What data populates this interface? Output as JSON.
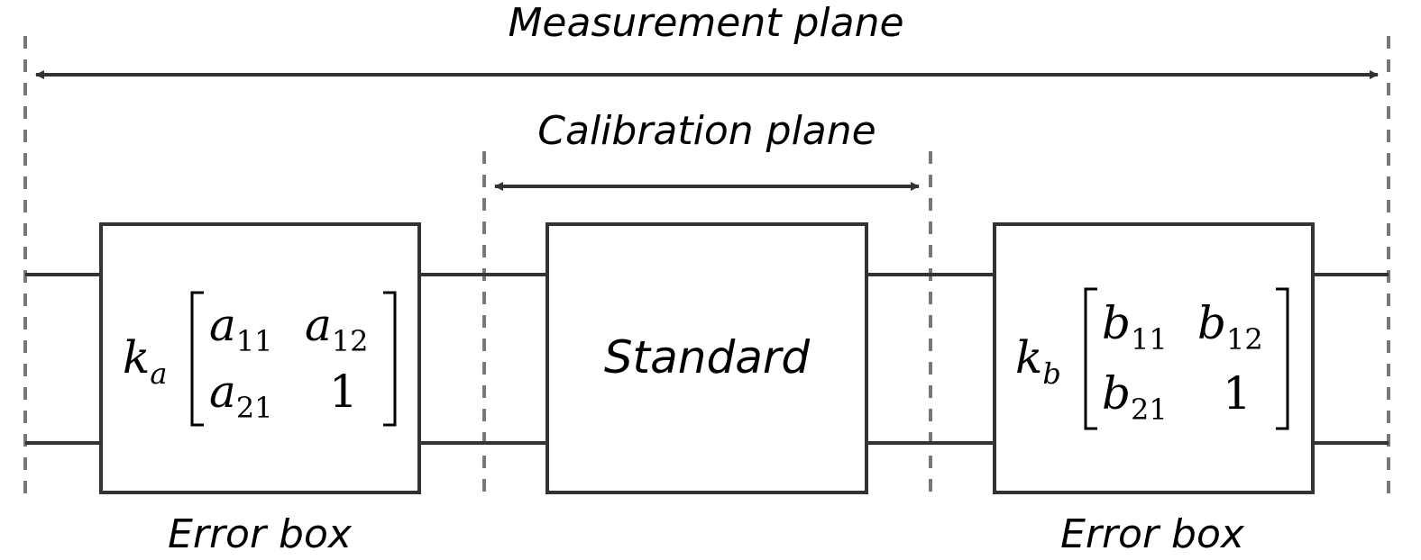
{
  "labels": {
    "measurement_plane": "Measurement plane",
    "calibration_plane": "Calibration plane",
    "standard": "Standard",
    "error_box_left": "Error box",
    "error_box_right": "Error box"
  },
  "error_box_a": {
    "k": "k",
    "k_sub": "a",
    "m11": "a",
    "m11_sub": "11",
    "m12": "a",
    "m12_sub": "12",
    "m21": "a",
    "m21_sub": "21",
    "m22": "1"
  },
  "error_box_b": {
    "k": "k",
    "k_sub": "b",
    "m11": "b",
    "m11_sub": "11",
    "m12": "b",
    "m12_sub": "12",
    "m21": "b",
    "m21_sub": "21",
    "m22": "1"
  },
  "colors": {
    "line": "#333333",
    "dashed": "#777777",
    "text": "#000000",
    "background": "#ffffff"
  }
}
